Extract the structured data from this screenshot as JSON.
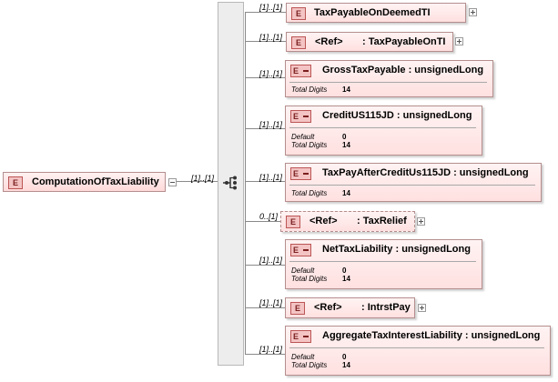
{
  "root": {
    "badge": "E",
    "name": "ComputationOfTaxLiability",
    "multiplicity": "[1]..[1]"
  },
  "children": [
    {
      "id": "c1",
      "badge": "E",
      "name": "TaxPayableOnDeemedTI",
      "multiplicity": "[1]..[1]"
    },
    {
      "id": "c2",
      "badge": "E",
      "ref": "<Ref>",
      "name": ": TaxPayableOnTI",
      "multiplicity": "[1]..[1]"
    },
    {
      "id": "c3",
      "badge": "E",
      "name": "GrossTaxPayable : unsignedLong",
      "multiplicity": "[1]..[1]",
      "props": [
        {
          "label": "Total Digits",
          "value": "14"
        }
      ]
    },
    {
      "id": "c4",
      "badge": "E",
      "name": "CreditUS115JD : unsignedLong",
      "multiplicity": "[1]..[1]",
      "props": [
        {
          "label": "Default",
          "value": "0"
        },
        {
          "label": "Total Digits",
          "value": "14"
        }
      ]
    },
    {
      "id": "c5",
      "badge": "E",
      "name": "TaxPayAfterCreditUs115JD : unsignedLong",
      "multiplicity": "[1]..[1]",
      "props": [
        {
          "label": "Total Digits",
          "value": "14"
        }
      ]
    },
    {
      "id": "c6",
      "badge": "E",
      "ref": "<Ref>",
      "name": ": TaxRelief",
      "multiplicity": "0..[1]"
    },
    {
      "id": "c7",
      "badge": "E",
      "name": "NetTaxLiability : unsignedLong",
      "multiplicity": "[1]..[1]",
      "props": [
        {
          "label": "Default",
          "value": "0"
        },
        {
          "label": "Total Digits",
          "value": "14"
        }
      ]
    },
    {
      "id": "c8",
      "badge": "E",
      "ref": "<Ref>",
      "name": ": IntrstPay",
      "multiplicity": "[1]..[1]"
    },
    {
      "id": "c9",
      "badge": "E",
      "name": "AggregateTaxInterestLiability : unsignedLong",
      "multiplicity": "[1]..[1]",
      "props": [
        {
          "label": "Default",
          "value": "0"
        },
        {
          "label": "Total Digits",
          "value": "14"
        }
      ]
    }
  ]
}
